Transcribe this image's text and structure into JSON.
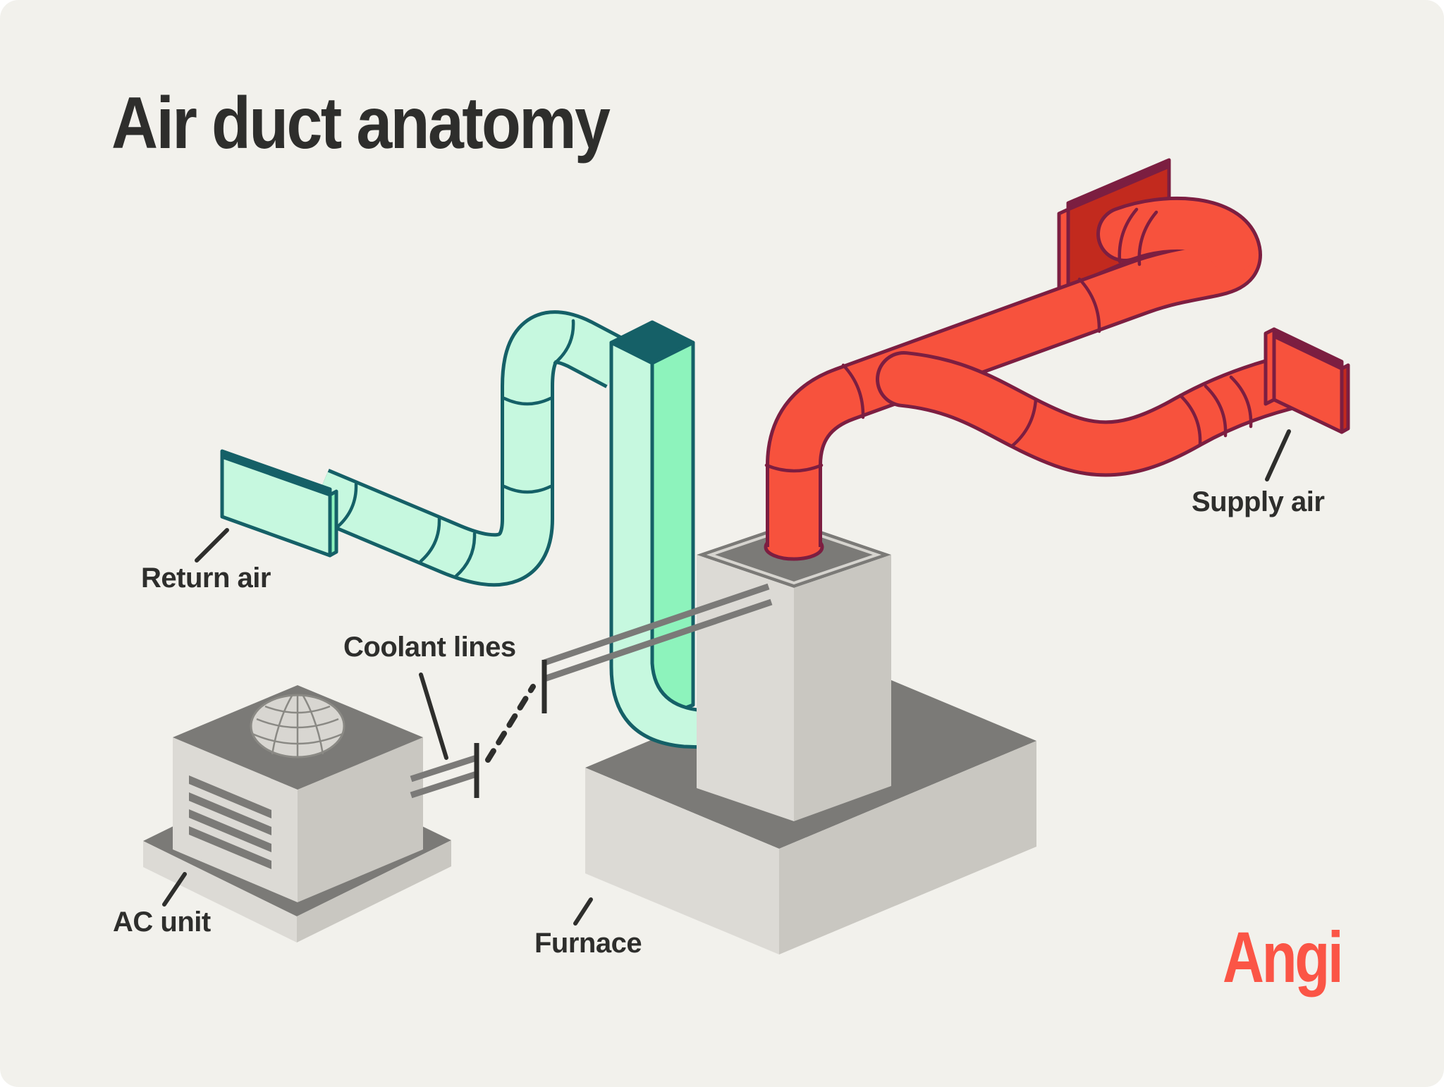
{
  "title": "Air duct anatomy",
  "diagram": {
    "labels": {
      "return_air": "Return air",
      "coolant_lines": "Coolant lines",
      "ac_unit": "AC unit",
      "furnace": "Furnace",
      "supply_air": "Supply air"
    }
  },
  "logo": {
    "text": "Angi"
  },
  "colors": {
    "page_bg": "#ffffff",
    "background": "#f2f1ec",
    "text": "#2e2e2c",
    "mint_light": "#c6f8df",
    "mint_mid": "#8df3bc",
    "teal": "#156067",
    "red": "#f7523d",
    "maroon": "#7c1e41",
    "dark_red": "#c22a1e",
    "gray_dark": "#7b7a77",
    "gray_light": "#dcdad5",
    "gray_mid": "#c9c7c1",
    "gray_lid": "#d6d4cf",
    "dome_gray": "#d8d6d1",
    "dome_line": "#8a8984",
    "coolant": "#7b7a78",
    "logo": "#fb5546"
  }
}
